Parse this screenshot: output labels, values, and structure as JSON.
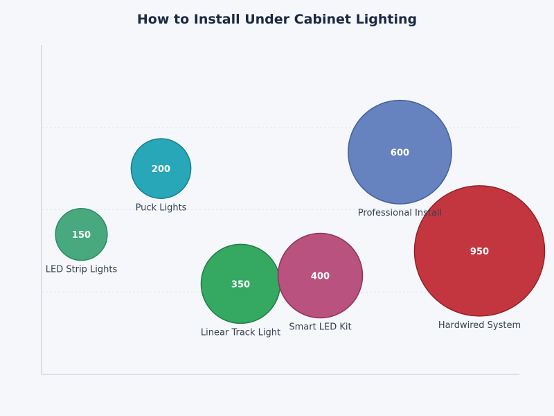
{
  "chart_data": {
    "type": "scatter",
    "title": "How to Install Under Cabinet Lighting",
    "xlabel": "",
    "ylabel": "",
    "xlim": [
      0,
      12
    ],
    "ylim": [
      0,
      4
    ],
    "grid": true,
    "series": [
      {
        "label": "LED Strip Lights",
        "x": 1.0,
        "y": 1.7,
        "size": 150,
        "color": "#48a97e",
        "stroke": "#2f8a62"
      },
      {
        "label": "Puck Lights",
        "x": 3.0,
        "y": 2.5,
        "size": 200,
        "color": "#27a7b8",
        "stroke": "#137f8f"
      },
      {
        "label": "Linear Track Light",
        "x": 5.0,
        "y": 1.1,
        "size": 350,
        "color": "#35a862",
        "stroke": "#1f7d44"
      },
      {
        "label": "Smart LED Kit",
        "x": 7.0,
        "y": 1.2,
        "size": 400,
        "color": "#b9527f",
        "stroke": "#8e325c"
      },
      {
        "label": "Professional Install",
        "x": 9.0,
        "y": 2.7,
        "size": 600,
        "color": "#6683c0",
        "stroke": "#455f9a"
      },
      {
        "label": "Hardwired System",
        "x": 11.0,
        "y": 1.5,
        "size": 950,
        "color": "#c4363f",
        "stroke": "#931f27"
      }
    ]
  }
}
